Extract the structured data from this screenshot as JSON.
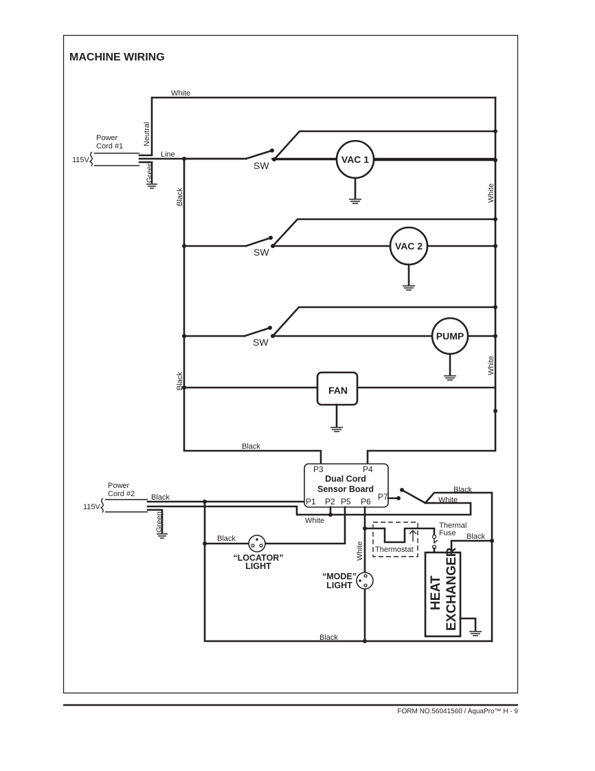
{
  "title": "MACHINE WIRING",
  "footer": "FORM NO.56041560 / AquaPro™ H - 9",
  "power_cords": [
    {
      "name": "Power",
      "name2": "Cord #1",
      "voltage": "115V"
    },
    {
      "name": "Power",
      "name2": "Cord #2",
      "voltage": "115V"
    }
  ],
  "wire_labels": {
    "white_top": "White",
    "neutral": "Neutral",
    "line": "Line",
    "green1": "Green",
    "black_left_1": "Black",
    "black_left_2": "Black",
    "white_right_1": "White",
    "white_right_2": "White",
    "black_board": "Black",
    "black_cord2": "Black",
    "green2": "Green",
    "black_locator": "Black",
    "white_p2": "White",
    "black_p7": "Black",
    "white_p7": "White",
    "black_hx": "Black",
    "white_mode": "White",
    "black_bottom": "Black"
  },
  "switches": [
    "SW",
    "SW",
    "SW"
  ],
  "components": {
    "vac1": "VAC 1",
    "vac2": "VAC 2",
    "pump": "PUMP",
    "fan": "FAN",
    "board_line1": "Dual Cord",
    "board_line2": "Sensor Board",
    "heat_line1": "HEAT",
    "heat_line2": "EXCHANGER",
    "thermostat": "Thermostat",
    "thermal_fuse_1": "Thermal",
    "thermal_fuse_2": "Fuse",
    "locator_1": "“LOCATOR”",
    "locator_2": "LIGHT",
    "mode_1": "“MODE”",
    "mode_2": "LIGHT"
  },
  "board_pins": {
    "p1": "P1",
    "p2": "P2",
    "p3": "P3",
    "p4": "P4",
    "p5": "P5",
    "p6": "P6",
    "p7": "P7"
  }
}
